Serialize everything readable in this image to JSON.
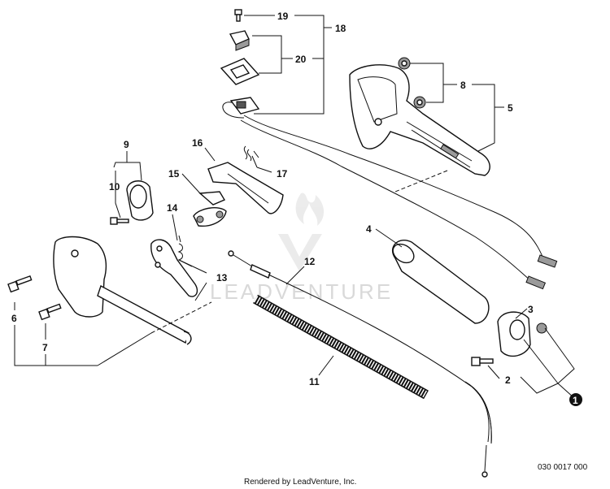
{
  "callouts": {
    "c1": "1",
    "c2": "2",
    "c3": "3",
    "c4": "4",
    "c5": "5",
    "c6": "6",
    "c7": "7",
    "c8": "8",
    "c9": "9",
    "c10": "10",
    "c11": "11",
    "c12": "12",
    "c13": "13",
    "c14": "14",
    "c15": "15",
    "c16": "16",
    "c17": "17",
    "c18": "18",
    "c19": "19",
    "c20": "20"
  },
  "footer": {
    "credit": "Rendered by LeadVenture, Inc.",
    "diagram_code": "030 0017 000"
  },
  "watermark": {
    "text": "LEADVENTURE"
  }
}
